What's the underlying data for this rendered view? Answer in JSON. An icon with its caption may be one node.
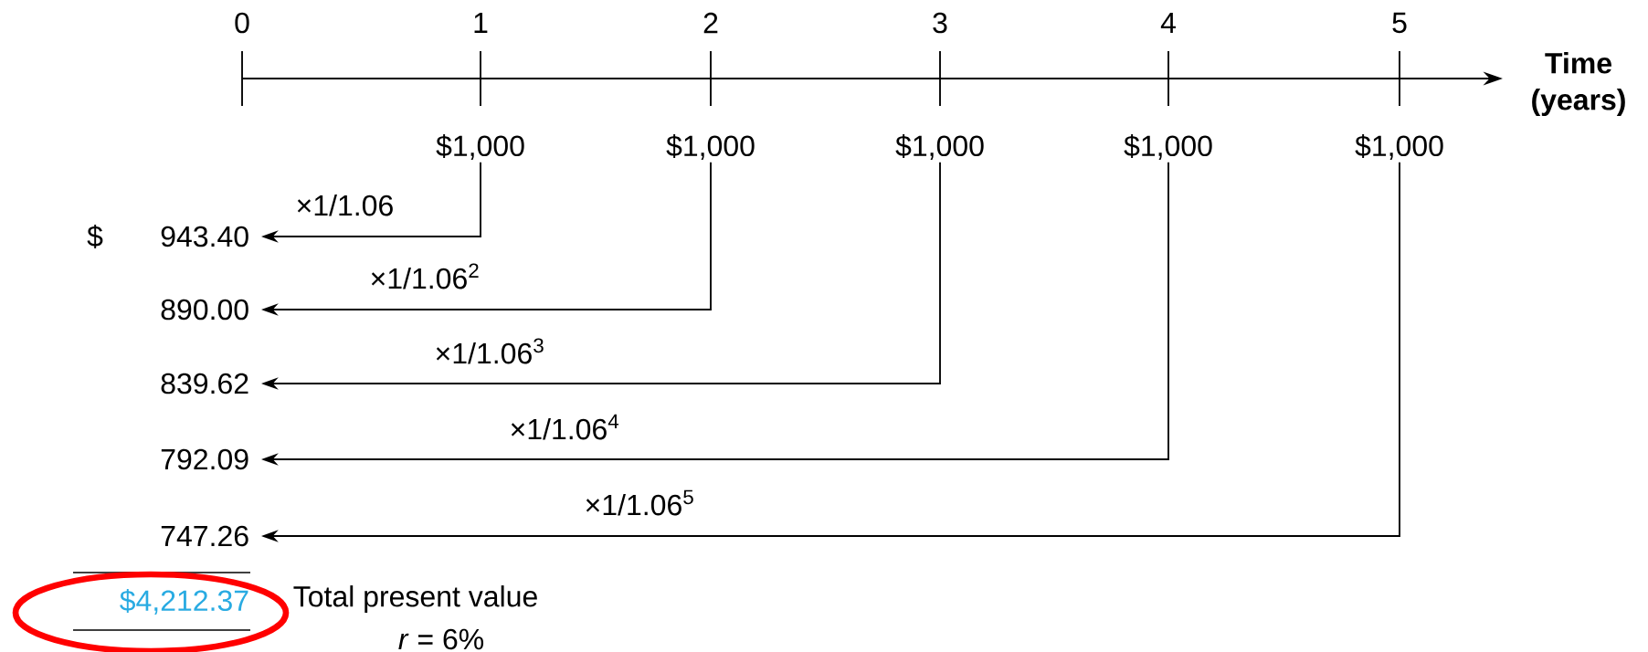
{
  "diagram": {
    "nodes": [
      {
        "text": [
          "$1,000"
        ]
      },
      {
        "text": [
          "$1,000"
        ]
      },
      {
        "text": [
          "$1,000"
        ]
      },
      {
        "text": [
          "$1,000"
        ]
      },
      {
        "text": [
          "$1,000"
        ]
      },
      {
        "text": [
          "943.40"
        ]
      },
      {
        "text": [
          "890.00"
        ]
      },
      {
        "text": [
          "839.62"
        ]
      },
      {
        "text": [
          "792.09"
        ]
      },
      {
        "text": [
          "747.26"
        ]
      },
      {
        "text": [
          "$4,212.37"
        ]
      }
    ],
    "edges": [
      {
        "from": 0,
        "to": 5,
        "arrow": "to",
        "label": "×1/1.06"
      },
      {
        "from": 1,
        "to": 6,
        "arrow": "to",
        "label": "×1/1.06$^{2}$"
      },
      {
        "from": 2,
        "to": 7,
        "arrow": "to",
        "label": "×1/1.06$^{3}$"
      },
      {
        "from": 3,
        "to": 8,
        "arrow": "to",
        "label": "×1/1.06$^{4}$"
      },
      {
        "from": 4,
        "to": 9,
        "arrow": "to",
        "label": "×1/1.06$^{5}$"
      }
    ],
    "labels": [
      "0",
      "1",
      "2",
      "3",
      "4",
      "5",
      "Time (years)",
      "$",
      "Total present value",
      "*r* = 6%"
    ]
  }
}
